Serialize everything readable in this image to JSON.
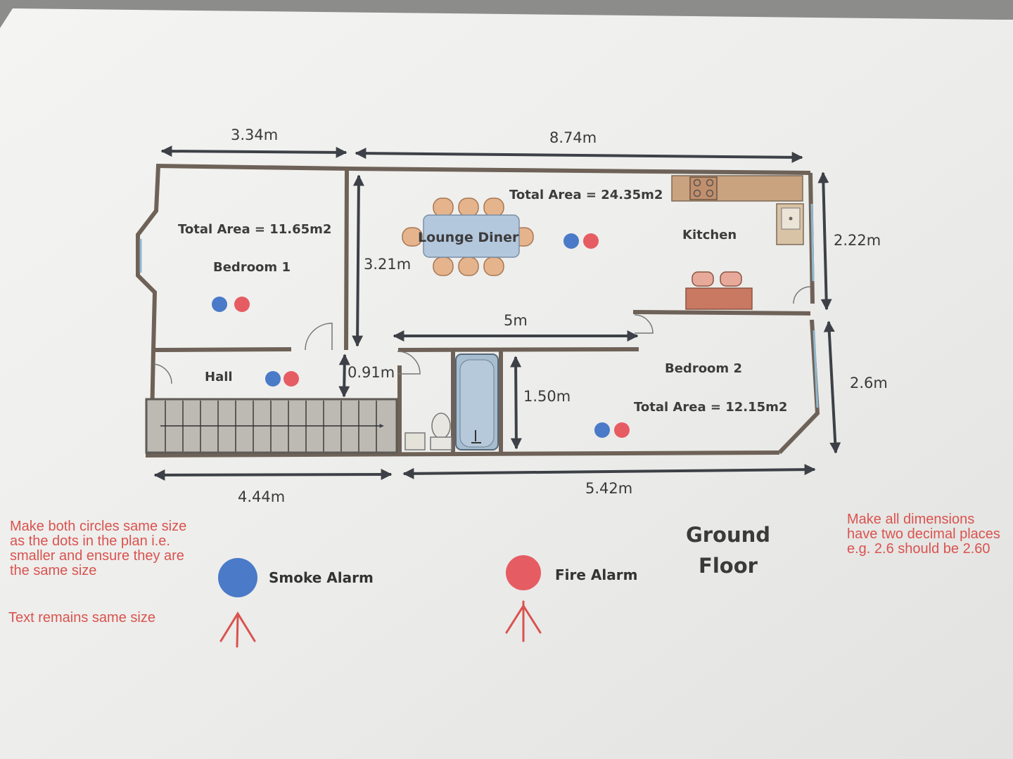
{
  "plan": {
    "title_line1": "Ground",
    "title_line2": "Floor",
    "dimensions": {
      "top_left": "3.34m",
      "top_right": "8.74m",
      "bedroom1_height": "3.21m",
      "kitchen_height": "2.22m",
      "hall_depth": "0.91m",
      "middle_width": "5m",
      "bath_height": "1.50m",
      "bedroom2_height": "2.6m",
      "bottom_left": "4.44m",
      "bottom_right": "5.42m"
    },
    "rooms": {
      "bedroom1_area": "Total Area = 11.65m2",
      "bedroom1_name": "Bedroom 1",
      "lounge_area": "Total Area = 24.35m2",
      "lounge_name": "Lounge Diner",
      "kitchen_name": "Kitchen",
      "hall_name": "Hall",
      "bedroom2_name": "Bedroom 2",
      "bedroom2_area": "Total Area = 12.15m2"
    }
  },
  "legend": {
    "smoke_label": "Smoke Alarm",
    "fire_label": "Fire Alarm",
    "smoke_color": "#4a7ac8",
    "fire_color": "#e65c63"
  },
  "notes": {
    "left_note": "Make both circles same size as the dots in the plan i.e. smaller and ensure they are the same size",
    "left_note2": "Text remains same size",
    "right_note": "Make all dimensions have two decimal places e.g. 2.6 should be 2.60"
  }
}
